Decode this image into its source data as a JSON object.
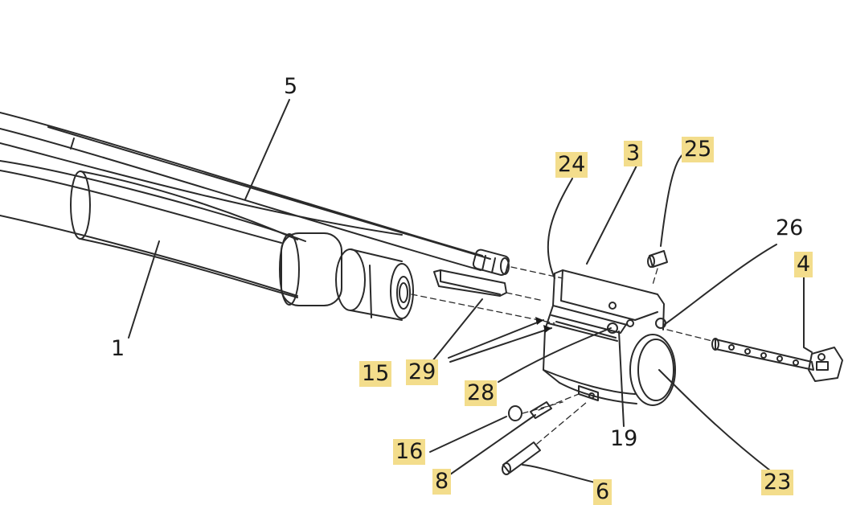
{
  "highlight_color": "#f3dd8c",
  "line_color": "#2a2a2a",
  "callouts": [
    {
      "id": "c1",
      "text": "1",
      "highlighted": false
    },
    {
      "id": "c5",
      "text": "5",
      "highlighted": false
    },
    {
      "id": "c24",
      "text": "24",
      "highlighted": true
    },
    {
      "id": "c3",
      "text": "3",
      "highlighted": true
    },
    {
      "id": "c25",
      "text": "25",
      "highlighted": true
    },
    {
      "id": "c26",
      "text": "26",
      "highlighted": false
    },
    {
      "id": "c4",
      "text": "4",
      "highlighted": true
    },
    {
      "id": "c15",
      "text": "15",
      "highlighted": true
    },
    {
      "id": "c29",
      "text": "29",
      "highlighted": true
    },
    {
      "id": "c28",
      "text": "28",
      "highlighted": true
    },
    {
      "id": "c19",
      "text": "19",
      "highlighted": false
    },
    {
      "id": "c16",
      "text": "16",
      "highlighted": true
    },
    {
      "id": "c8",
      "text": "8",
      "highlighted": true
    },
    {
      "id": "c6",
      "text": "6",
      "highlighted": true
    },
    {
      "id": "c23",
      "text": "23",
      "highlighted": true
    }
  ]
}
